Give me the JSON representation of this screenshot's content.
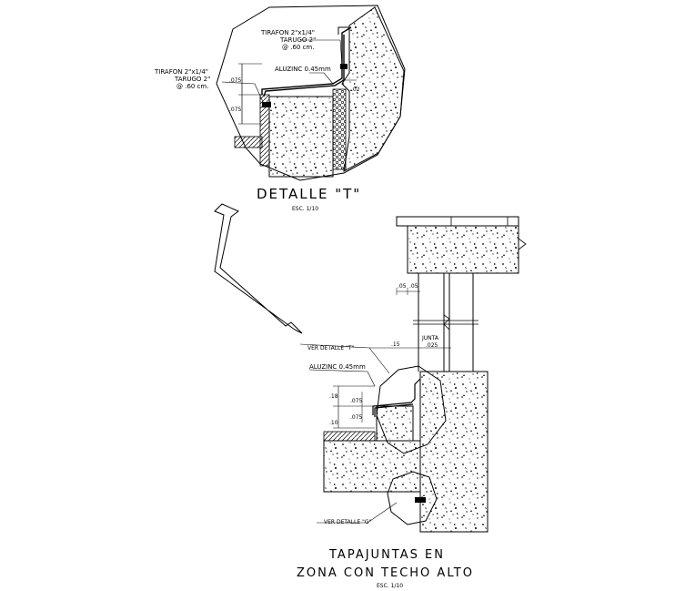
{
  "detail_t": {
    "title": "DETALLE \"T\"",
    "scale": "ESC. 1/10",
    "labels": {
      "tirafon_top": "TIRAFON 2\"x1/4\"",
      "tarugo_top": "TARUGO 2\"",
      "spacing_top": "@ .60 cm.",
      "aluzinc": "ALUZINC 0.45mm",
      "tirafon_left": "TIRAFON 2\"x1/4\"",
      "tarugo_left": "TARUGO 2\"",
      "spacing_left": "@ .60 cm.",
      "dim_075_a": ".075",
      "dim_075_b": ".075",
      "dim_02": ".02"
    }
  },
  "main_section": {
    "title_line1": "TAPAJUNTAS EN",
    "title_line2": "ZONA CON TECHO ALTO",
    "scale": "ESC. 1/10",
    "labels": {
      "dim_05a": ".05",
      "dim_05b": ".05",
      "ver_detalle_t": "VER DETALLE \"T\"",
      "dim_15": ".15",
      "junta": "JUNTA",
      "junta_val": ".025",
      "aluzinc": "ALUZINC 0.45mm",
      "dim_18": ".18",
      "dim_075_a": ".075",
      "dim_075_b": ".075",
      "dim_10": ".10",
      "ver_detalle_g": "VER DETALLE \"G\""
    }
  }
}
